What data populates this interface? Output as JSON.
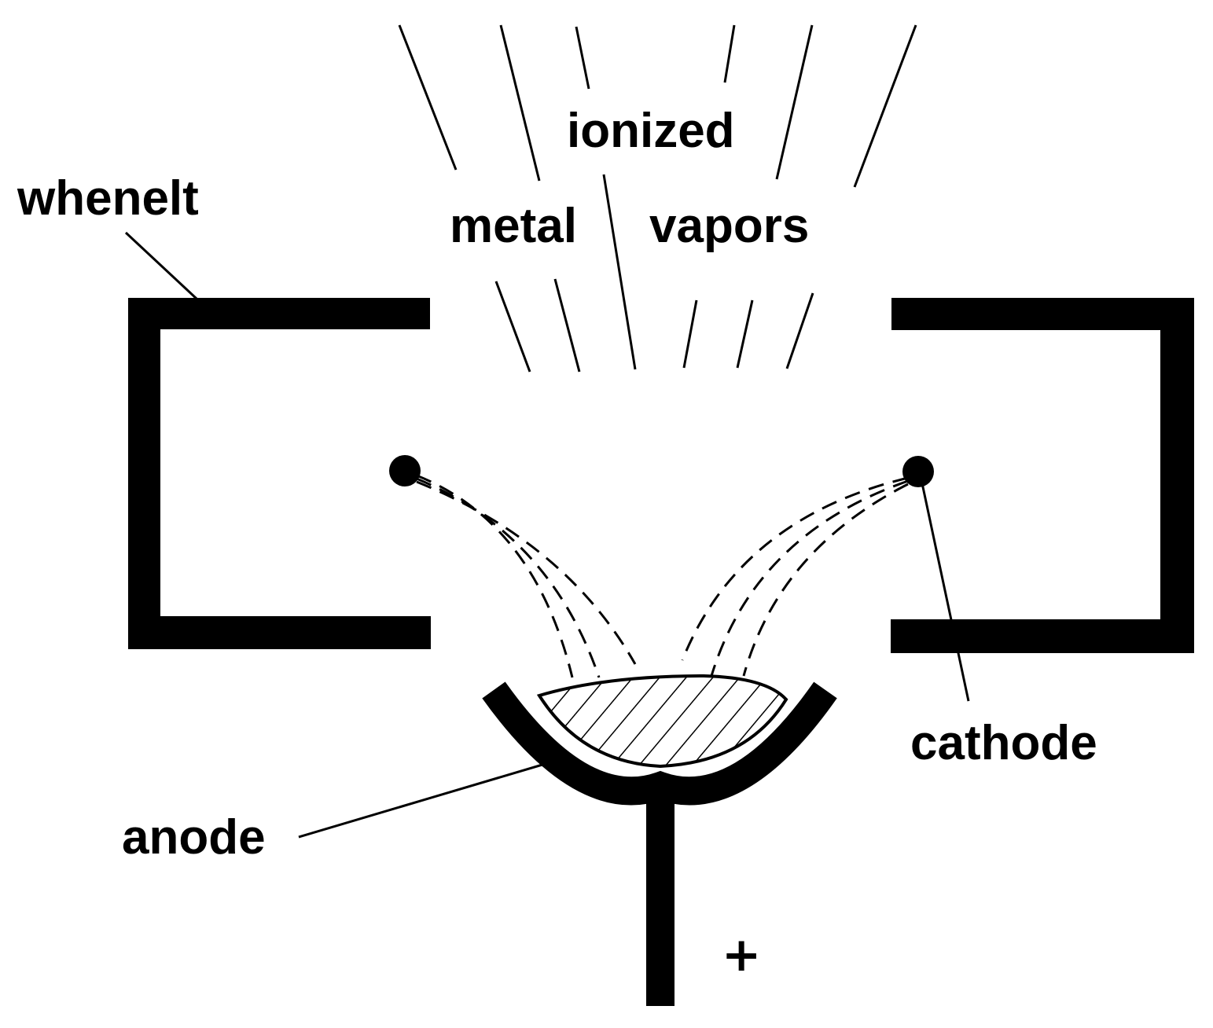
{
  "labels": {
    "whenelt": "whenelt",
    "ionized": "ionized",
    "metal": "metal",
    "vapors": "vapors",
    "cathode": "cathode",
    "anode": "anode",
    "plus": "+"
  },
  "colors": {
    "ink": "#000000",
    "background": "#ffffff"
  }
}
